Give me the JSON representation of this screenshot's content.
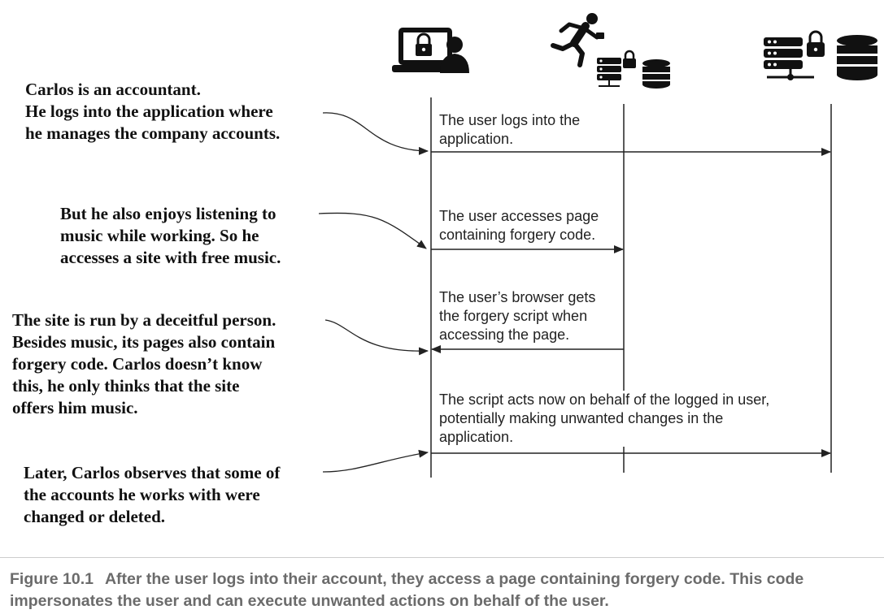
{
  "actors": [
    {
      "name": "user-laptop",
      "icon": "laptop-lock-user-icon"
    },
    {
      "name": "attacker-site",
      "icon": "running-thief-server-database-icon"
    },
    {
      "name": "application-server",
      "icon": "locked-server-database-icon"
    }
  ],
  "notes": [
    {
      "lines": [
        "Carlos is an accountant.",
        "He logs into the application where",
        "he manages the company accounts."
      ]
    },
    {
      "lines": [
        "But he also enjoys listening to",
        "music while working. So he",
        "accesses a site with free music."
      ]
    },
    {
      "lines": [
        "The site is run by a deceitful person.",
        "Besides music, its pages also contain",
        "forgery code. Carlos doesn’t know",
        "this, he only thinks that the site",
        "offers him music."
      ]
    },
    {
      "lines": [
        "Later, Carlos observes that some of",
        "the accounts he works with were",
        "changed or deleted."
      ]
    }
  ],
  "messages": [
    {
      "from": "user-laptop",
      "to": "application-server",
      "lines": [
        "The user logs into the",
        "application."
      ]
    },
    {
      "from": "user-laptop",
      "to": "attacker-site",
      "lines": [
        "The user accesses page",
        "containing forgery code."
      ]
    },
    {
      "from": "attacker-site",
      "to": "user-laptop",
      "lines": [
        "The user’s browser gets",
        "the forgery script when",
        "accessing the page."
      ]
    },
    {
      "from": "user-laptop",
      "to": "application-server",
      "lines": [
        "The script acts now on behalf of the logged in user,",
        "potentially making unwanted changes in the",
        "application."
      ]
    }
  ],
  "caption": {
    "label": "Figure 10.1",
    "text": "After the user logs into their account, they access a page containing forgery code. This code impersonates the user and can execute unwanted actions on behalf of the user."
  },
  "colors": {
    "ink": "#111111",
    "line": "#222222",
    "caption": "#6b6b6b"
  }
}
